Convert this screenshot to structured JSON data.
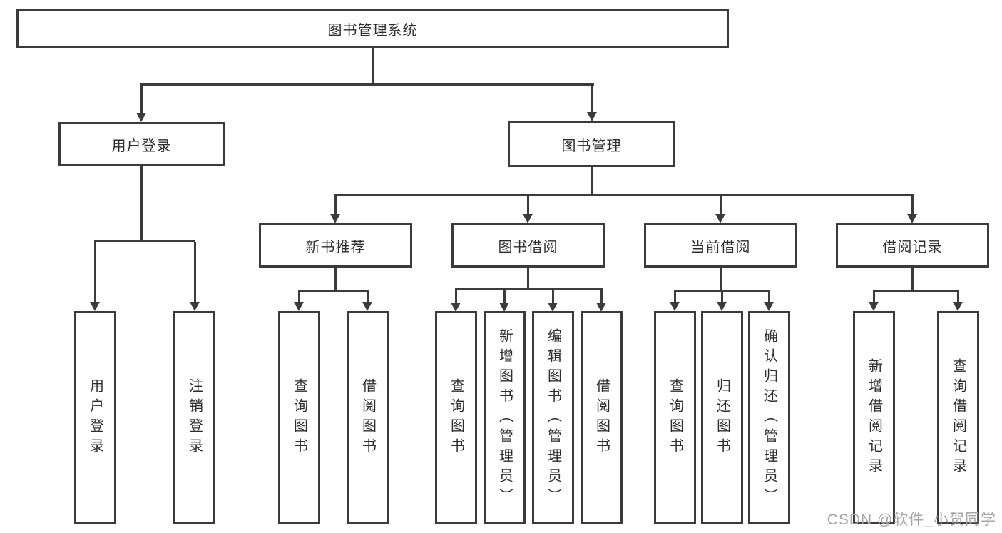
{
  "root": {
    "label": "图书管理系统"
  },
  "login": {
    "label": "用户登录",
    "children": [
      {
        "label": "用户登录"
      },
      {
        "label": "注销登录"
      }
    ]
  },
  "management": {
    "label": "图书管理",
    "groups": [
      {
        "label": "新书推荐",
        "children": [
          {
            "label": "查询图书"
          },
          {
            "label": "借阅图书"
          }
        ]
      },
      {
        "label": "图书借阅",
        "children": [
          {
            "label": "查询图书"
          },
          {
            "label": "新增图书（管理员）"
          },
          {
            "label": "编辑图书（管理员）"
          },
          {
            "label": "借阅图书"
          }
        ]
      },
      {
        "label": "当前借阅",
        "children": [
          {
            "label": "查询图书"
          },
          {
            "label": "归还图书"
          },
          {
            "label": "确认归还（管理员）"
          }
        ]
      },
      {
        "label": "借阅记录",
        "children": [
          {
            "label": "新增借阅记录"
          },
          {
            "label": "查询借阅记录"
          }
        ]
      }
    ]
  },
  "watermark": {
    "text": "CSDN @软件_小贺同学"
  },
  "colors": {
    "line": "#3b3b3b",
    "text": "#2d2d2d",
    "watermark": "#a6a6a6",
    "background": "#ffffff"
  }
}
